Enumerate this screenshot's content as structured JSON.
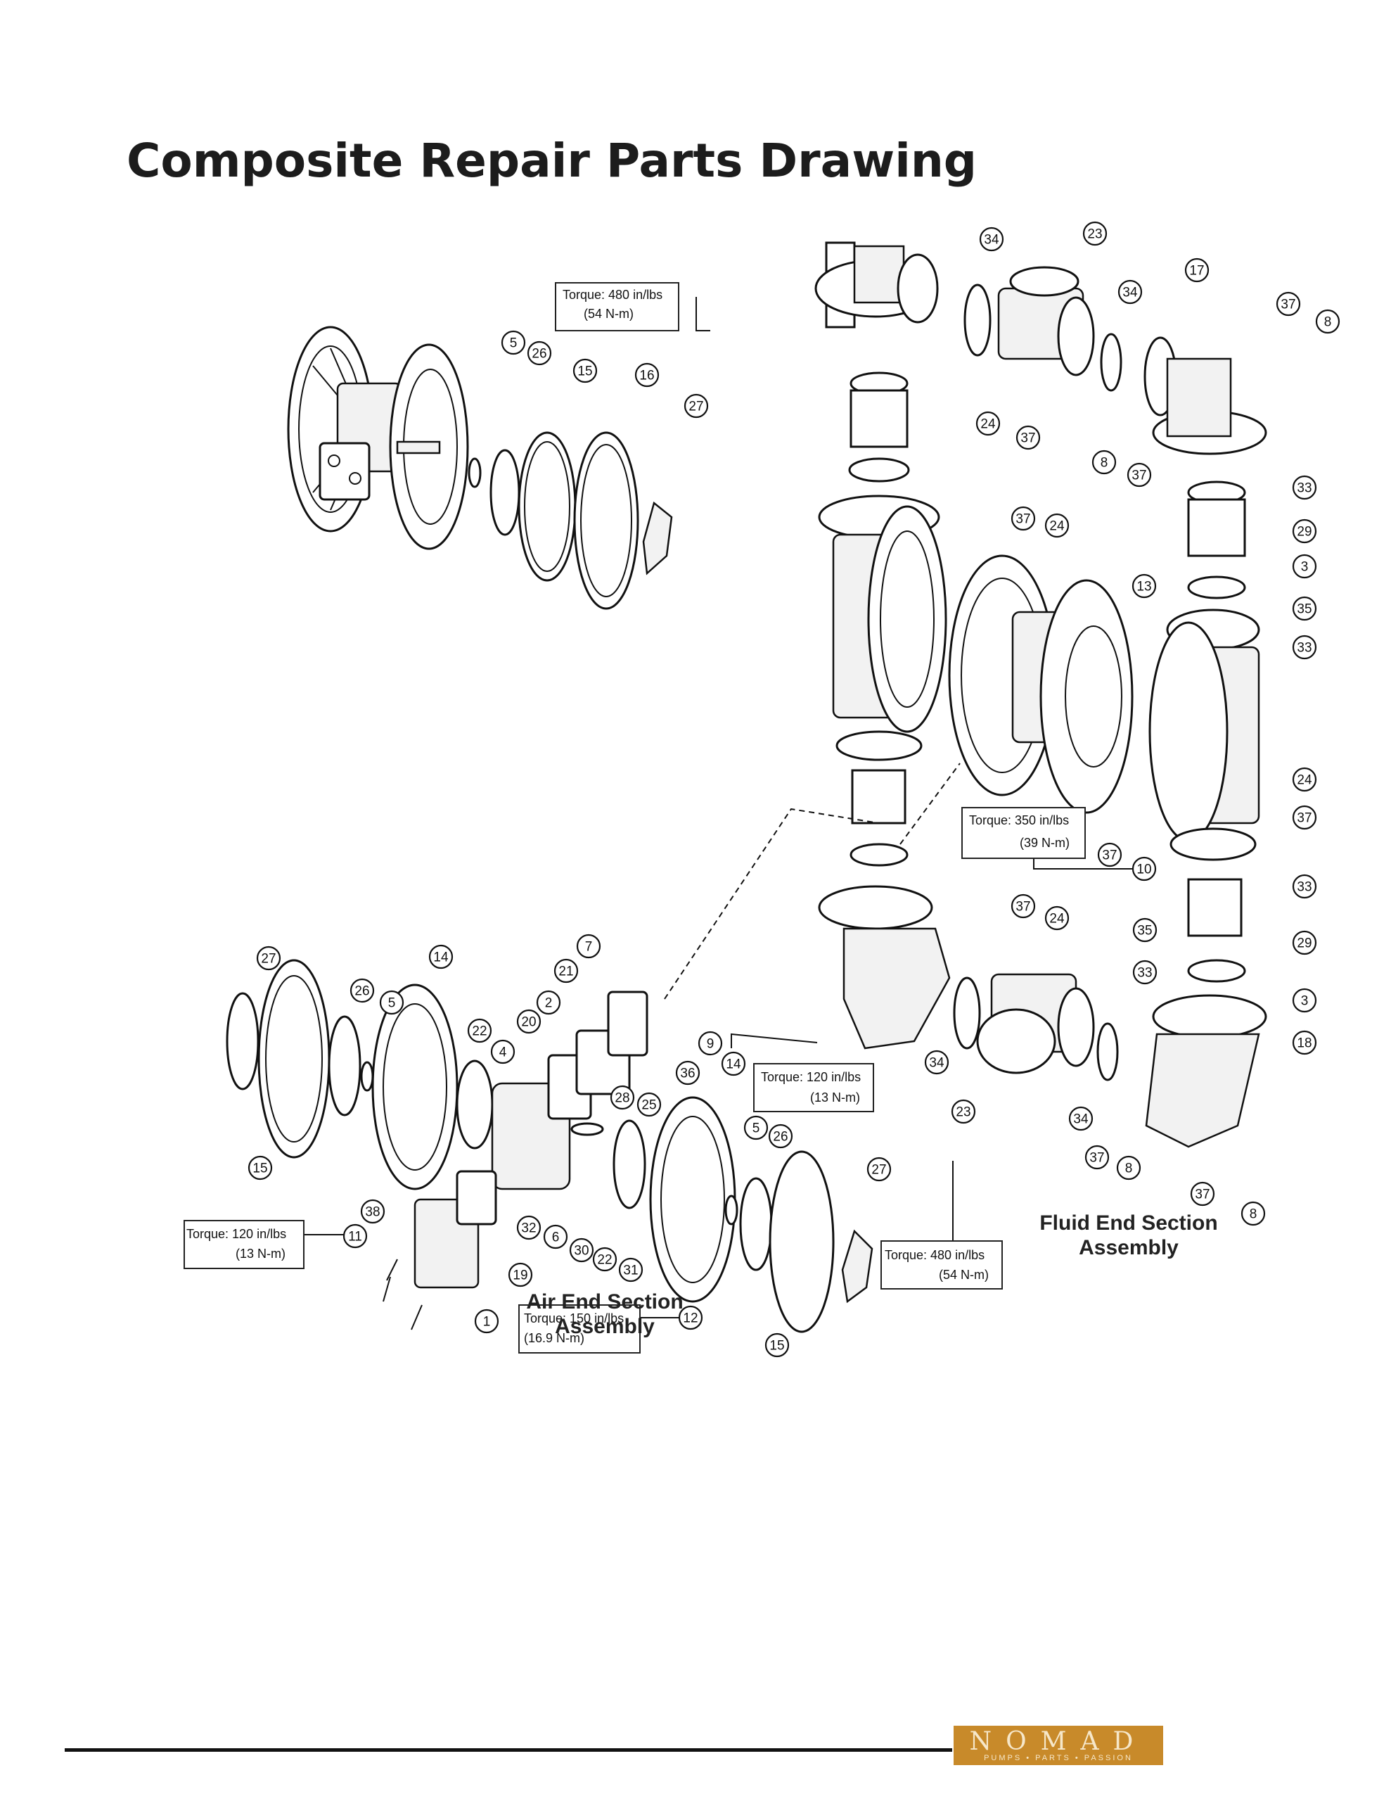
{
  "page": {
    "title": "Composite Repair Parts Drawing"
  },
  "diagram": {
    "assemblies": {
      "air_end": [
        "Air End Section",
        "Assembly"
      ],
      "fluid_end": [
        "Fluid End Section",
        "Assembly"
      ]
    },
    "torque_labels": [
      {
        "id": "t480-top",
        "lines": [
          "Torque: 480 in/lbs",
          "(54 N-m)"
        ]
      },
      {
        "id": "t350",
        "lines": [
          "Torque: 350 in/lbs",
          "(39 N-m)"
        ]
      },
      {
        "id": "t120-right",
        "lines": [
          "Torque: 120 in/lbs",
          "(13 N-m)"
        ]
      },
      {
        "id": "t120-left",
        "lines": [
          "Torque: 120 in/lbs",
          "(13 N-m)"
        ]
      },
      {
        "id": "t480-bottom",
        "lines": [
          "Torque: 480 in/lbs",
          "(54 N-m)"
        ]
      },
      {
        "id": "t150",
        "lines": [
          "Torque: 150 in/lbs",
          "(16.9 N-m)"
        ]
      }
    ],
    "callouts": [
      "34",
      "23",
      "34",
      "24",
      "37",
      "17",
      "37",
      "8",
      "8",
      "37",
      "33",
      "29",
      "3",
      "35",
      "33",
      "37",
      "24",
      "13",
      "24",
      "37",
      "37",
      "10",
      "33",
      "29",
      "37",
      "24",
      "35",
      "33",
      "3",
      "34",
      "23",
      "34",
      "18",
      "37",
      "8",
      "37",
      "8",
      "5",
      "26",
      "15",
      "16",
      "27",
      "27",
      "14",
      "26",
      "5",
      "15",
      "22",
      "4",
      "7",
      "21",
      "2",
      "20",
      "9",
      "36",
      "14",
      "28",
      "25",
      "32",
      "6",
      "30",
      "22",
      "31",
      "5",
      "26",
      "27",
      "15",
      "11",
      "38",
      "19",
      "1",
      "12"
    ]
  },
  "footer": {
    "logo_word": "NOMAD",
    "logo_tagline": "PUMPS • PARTS • PASSION"
  }
}
